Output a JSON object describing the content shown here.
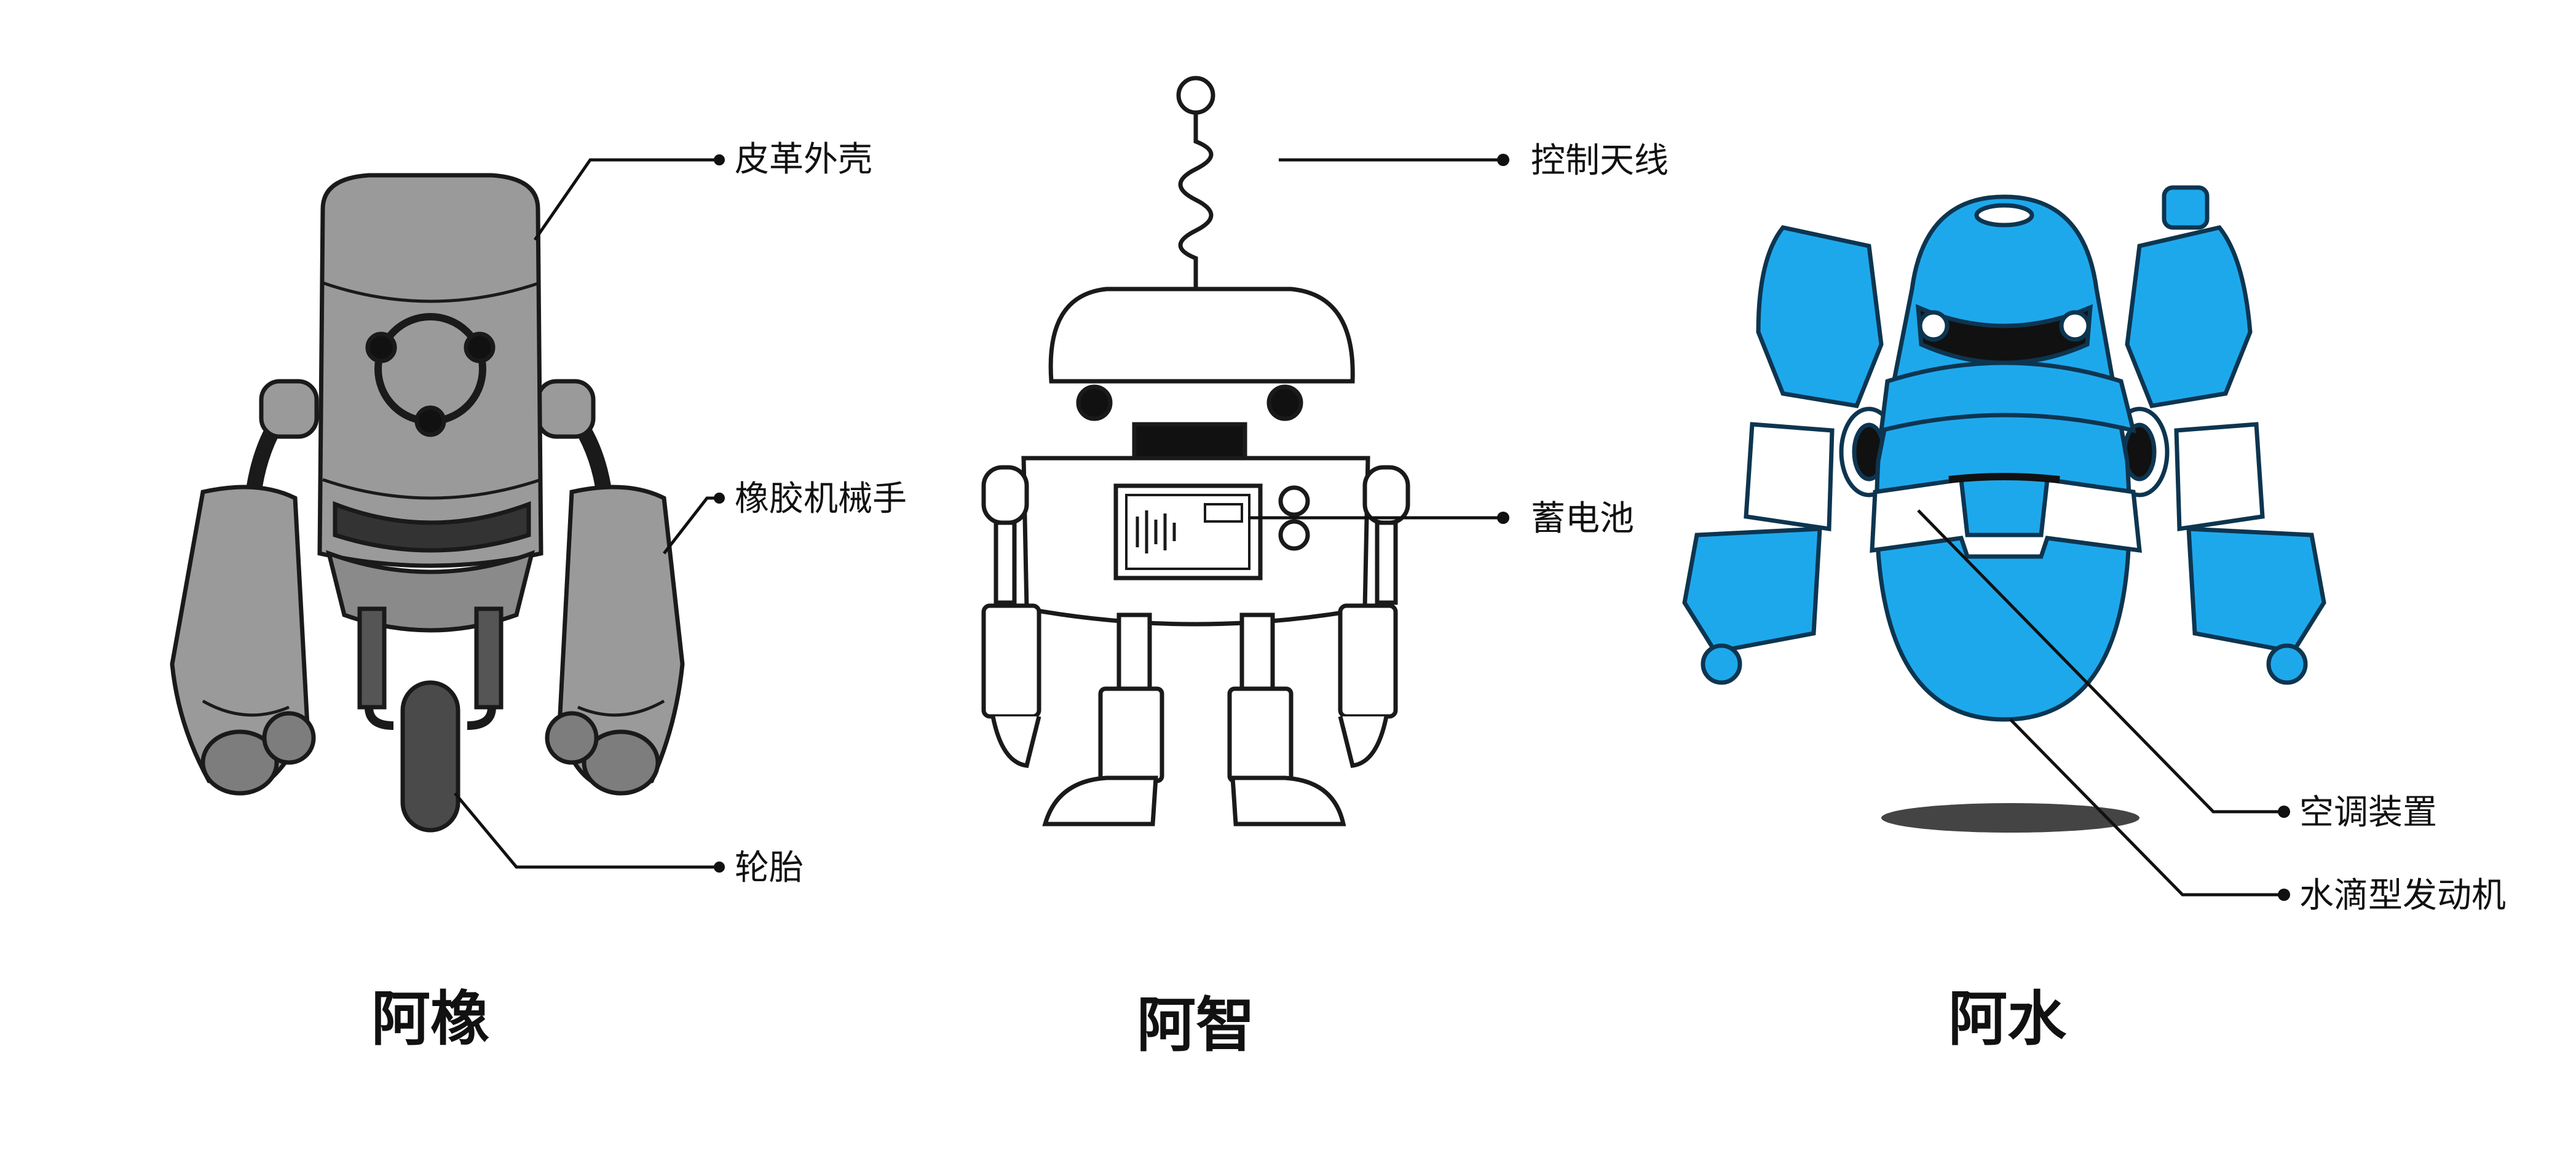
{
  "robots": [
    {
      "name": "阿橡",
      "callouts": [
        "皮革外壳",
        "橡胶机械手",
        "轮胎"
      ],
      "colors": {
        "body": "#9a9a9a",
        "shade": "#6e6e6e",
        "outline": "#1a1a1a"
      }
    },
    {
      "name": "阿智",
      "callouts": [
        "控制天线",
        "蓄电池"
      ],
      "colors": {
        "body": "#ffffff",
        "outline": "#1a1a1a"
      }
    },
    {
      "name": "阿水",
      "callouts": [
        "空调装置",
        "水滴型发动机"
      ],
      "colors": {
        "body": "#1ea8ec",
        "outline": "#0d3550"
      }
    }
  ]
}
